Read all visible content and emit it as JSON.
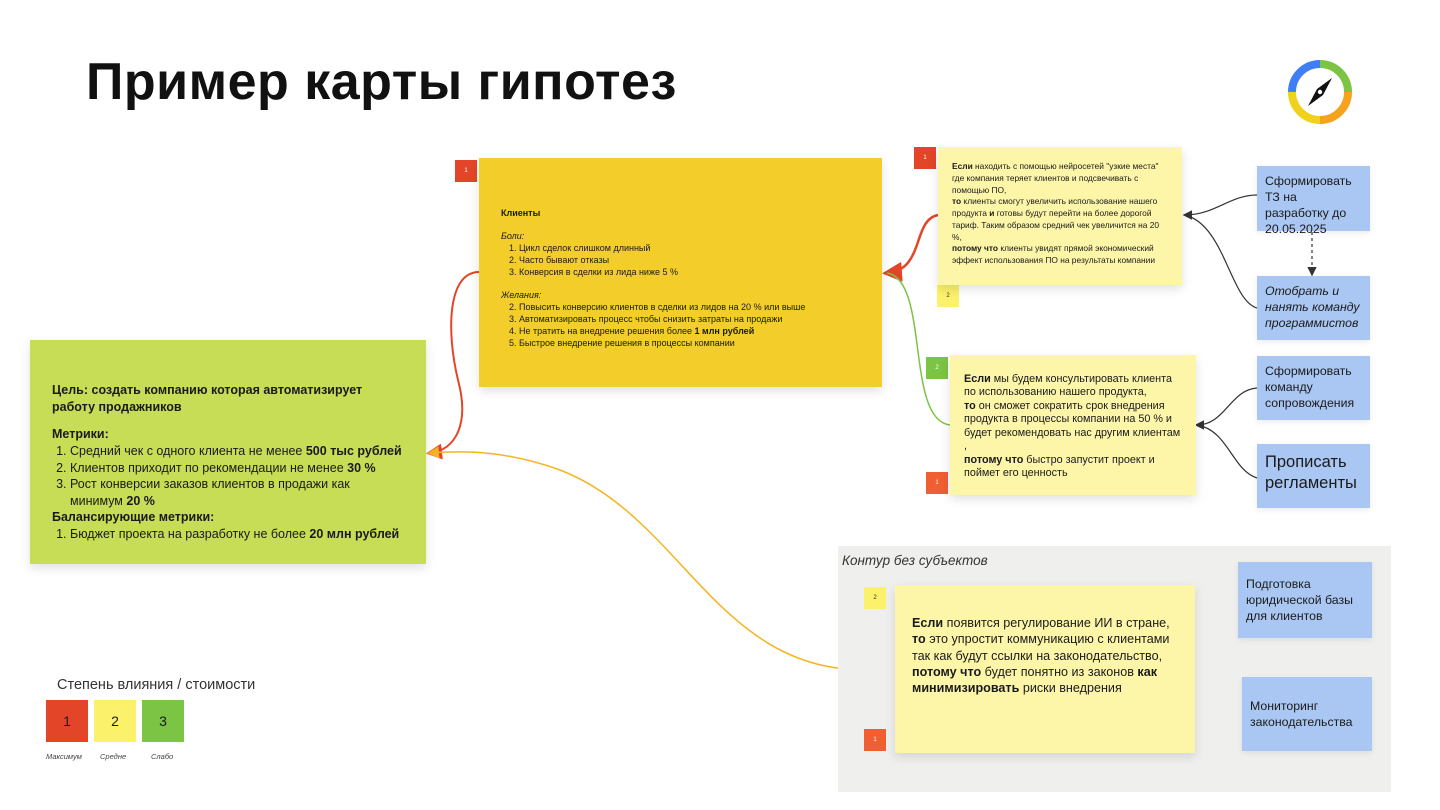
{
  "title": "Пример карты гипотез",
  "logo": {
    "icon": "compass-logo-icon",
    "colors": [
      "#3f7ef5",
      "#7cc444",
      "#f5a21c",
      "#f0d21c"
    ]
  },
  "goal_card": {
    "goal": "Цель: создать компанию которая автоматизирует работу продажников",
    "metrics_title": "Метрики:",
    "metrics": [
      {
        "text": "Средний чек с одного клиента не менее ",
        "bold": "500 тыс рублей"
      },
      {
        "text": "Клиентов приходит по рекомендации не менее ",
        "bold": "30  %"
      },
      {
        "text": "Рост конверсии заказов клиентов в продажи как минимум ",
        "bold": "20 %"
      }
    ],
    "balance_title": "Балансирующие метрики:",
    "balance": [
      {
        "text": "Бюджет проекта на разработку не более ",
        "bold": "20 млн рублей"
      }
    ]
  },
  "clients_card": {
    "tag": "1",
    "title": "Клиенты",
    "pains_title": "Боли:",
    "pains": [
      "Цикл сделок слишком длинный",
      "Часто бывают отказы",
      "Конверсия в сделки из лида ниже 5 %"
    ],
    "wishes_title": "Желания:",
    "wishes": [
      {
        "text": "Повысить конверсию клиентов в сделки из лидов на 20 % или выше",
        "bold": ""
      },
      {
        "text": "Автоматизировать процесс чтобы снизить затраты на продажи",
        "bold": ""
      },
      {
        "text": "Не тратить на внедрение решения более ",
        "bold": "1 млн рублей"
      },
      {
        "text": "Быстрое внедрение решения в процессы компании",
        "bold": ""
      }
    ]
  },
  "hypothesis_1": {
    "impact_tag": "1",
    "cost_tag": "2",
    "lines": [
      {
        "kw": "Если",
        "text": " находить с помощью нейросетей \"узкие места\" где компания теряет клиентов и подсвечивать с помощью ПО,"
      },
      {
        "kw": "то",
        "text": " клиенты смогут увеличить использование нашего продукта  "
      },
      {
        "kw": "и",
        "text": " готовы будут перейти на более дорогой тариф. Таким образом средний чек увеличится на 20 %,"
      },
      {
        "kw": "потому что",
        "text": " клиенты увидят прямой экономический эффект использования ПО на результаты компании"
      }
    ]
  },
  "hypothesis_2": {
    "impact_tag": "2",
    "cost_tag": "1",
    "lines": [
      {
        "kw": "Если",
        "text": " мы будем консультировать клиента по использованию нашего продукта,"
      },
      {
        "kw": "то",
        "text": " он сможет сократить срок внедрения продукта в процессы компании на 50 % и будет рекомендовать нас другим клиентам ,"
      },
      {
        "kw": "потому что",
        "text": " быстро запустит проект и поймет его ценность"
      }
    ]
  },
  "contour": {
    "title": "Контур без субъектов",
    "hypothesis_3": {
      "impact_tag": "2",
      "cost_tag": "1",
      "lines": [
        {
          "kw": "Если",
          "text": " появится регулирование ИИ в стране,"
        },
        {
          "kw": "то",
          "text": " это упростит коммуникацию с клиентами так как будут ссылки на законодательство,"
        },
        {
          "kw": "потому что",
          "text": " будет понятно из законов "
        },
        {
          "kw": "как минимизировать",
          "text": " риски внедрения"
        }
      ]
    },
    "actions": [
      "Подготовка юридической базы для клиентов",
      "Мониторинг законодательства"
    ]
  },
  "actions_h1": [
    {
      "text": "Сформировать ТЗ на разработку до 20.05.2025",
      "italic": false
    },
    {
      "text": "Отобрать и нанять команду программистов",
      "italic": true
    }
  ],
  "actions_h2": [
    "Сформировать команду сопровождения",
    "Прописать регламенты"
  ],
  "legend": {
    "title": "Степень влияния /  стоимости",
    "items": [
      {
        "value": "1",
        "caption": "Максимум",
        "color": "#e34529"
      },
      {
        "value": "2",
        "caption": "Средне",
        "color": "#fbf16a"
      },
      {
        "value": "3",
        "caption": "Слабо",
        "color": "#7cc444"
      }
    ]
  },
  "colors": {
    "goal": "#c7dd55",
    "clients": "#f3cd2a",
    "hypothesis": "#fdf6a9",
    "action": "#a9c7f2",
    "contour": "#efefed"
  }
}
